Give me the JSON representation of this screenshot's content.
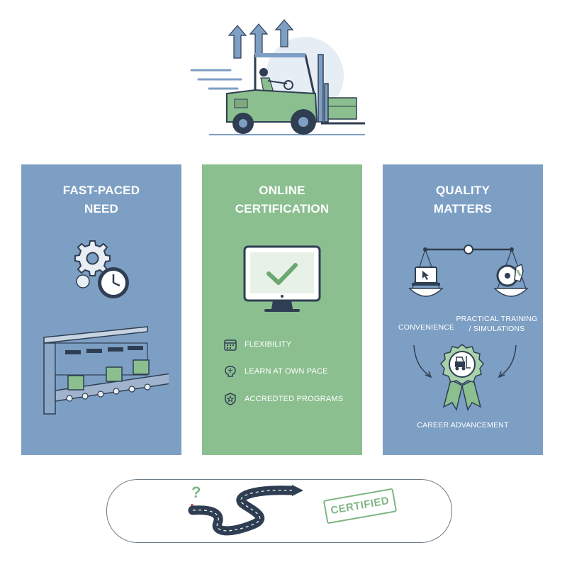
{
  "panels": [
    {
      "title_line1": "FAST-PACED",
      "title_line2": "NEED"
    },
    {
      "title_line1": "ONLINE",
      "title_line2": "CERTIFICATION"
    },
    {
      "title_line1": "QUALITY",
      "title_line2": "MATTERS"
    }
  ],
  "features": [
    {
      "label": "FLEXIBILITY",
      "icon": "calendar-icon"
    },
    {
      "label": "LEARN AT OWN PACE",
      "icon": "brain-icon"
    },
    {
      "label": "ACCREDTED PROGRAMS",
      "icon": "shield-star-icon"
    }
  ],
  "quality": {
    "left_label": "CONVENIENCE",
    "right_label_line1": "PRACTICAL TRAINING",
    "right_label_line2": "/ SIMULATIONS",
    "result_label": "CAREER ADVANCEMENT"
  },
  "bottom": {
    "question_mark": "?",
    "stamp_text": "CERTIFIED"
  },
  "colors": {
    "blue_panel": "#7d9fc4",
    "green_panel": "#8bbf8f",
    "navy": "#2f3e52",
    "accent_green": "#7fb684"
  }
}
